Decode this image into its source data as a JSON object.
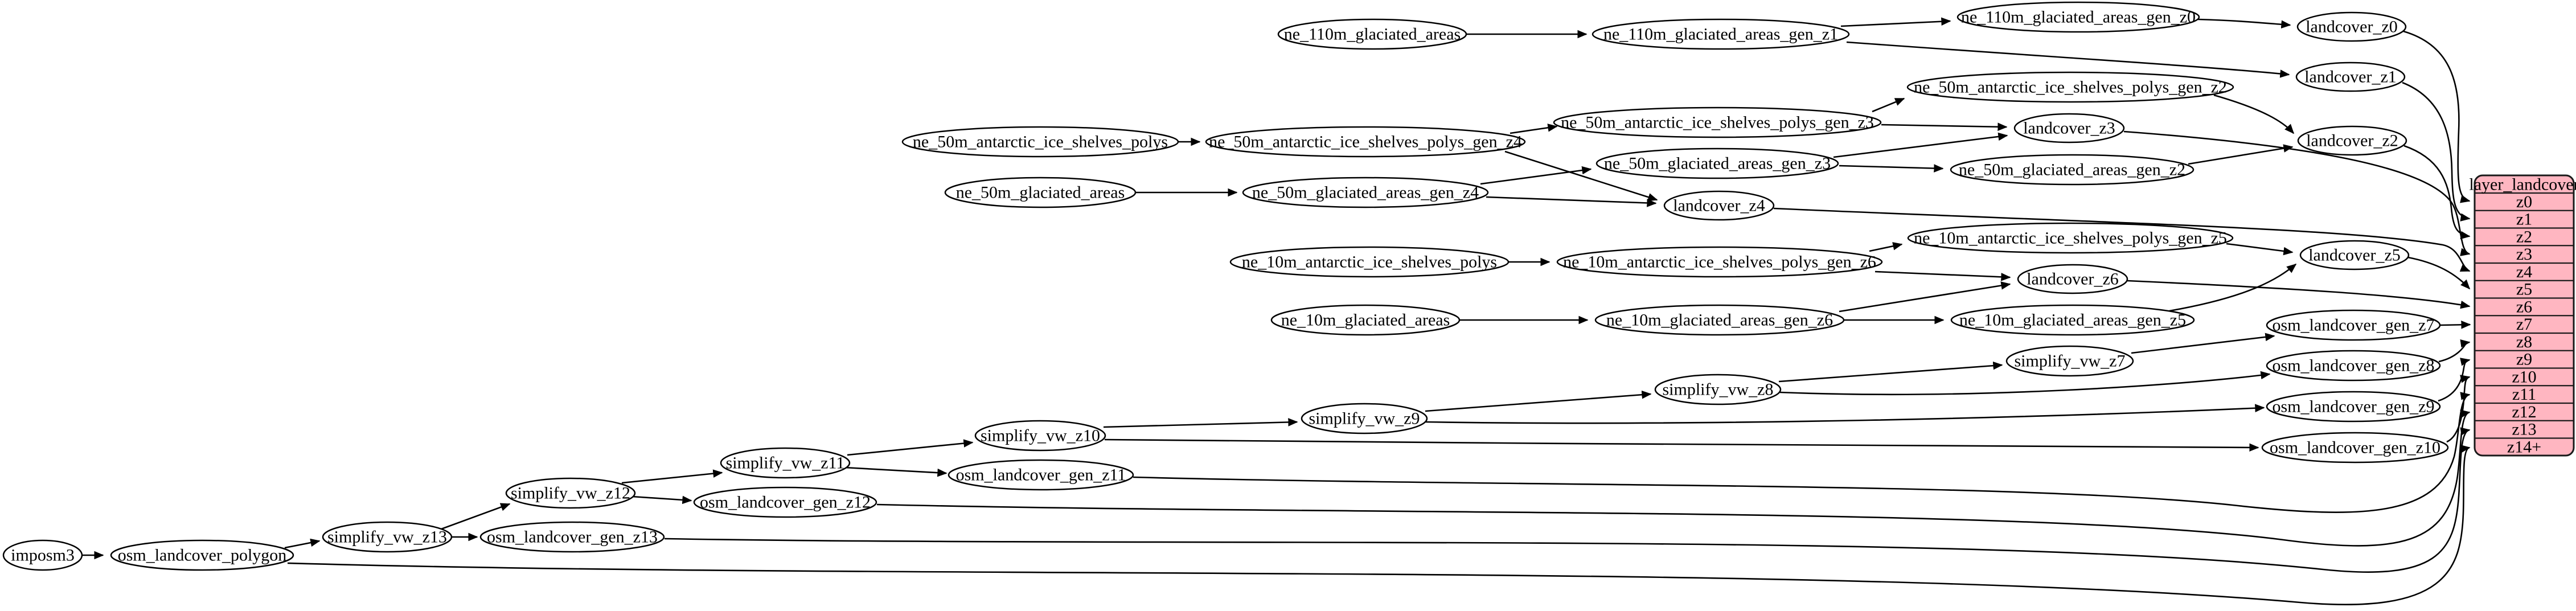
{
  "graph": {
    "nodes": {
      "imposm3": "imposm3",
      "osm_landcover_polygon": "osm_landcover_polygon",
      "simplify_vw_z13": "simplify_vw_z13",
      "osm_landcover_gen_z13": "osm_landcover_gen_z13",
      "simplify_vw_z12": "simplify_vw_z12",
      "osm_landcover_gen_z12": "osm_landcover_gen_z12",
      "simplify_vw_z11": "simplify_vw_z11",
      "osm_landcover_gen_z11": "osm_landcover_gen_z11",
      "simplify_vw_z10": "simplify_vw_z10",
      "osm_landcover_gen_z10": "osm_landcover_gen_z10",
      "simplify_vw_z9": "simplify_vw_z9",
      "osm_landcover_gen_z9": "osm_landcover_gen_z9",
      "simplify_vw_z8": "simplify_vw_z8",
      "osm_landcover_gen_z8": "osm_landcover_gen_z8",
      "simplify_vw_z7": "simplify_vw_z7",
      "osm_landcover_gen_z7": "osm_landcover_gen_z7",
      "ne_110m_glaciated_areas": "ne_110m_glaciated_areas",
      "ne_110m_glaciated_areas_gen_z1": "ne_110m_glaciated_areas_gen_z1",
      "ne_110m_glaciated_areas_gen_z0": "ne_110m_glaciated_areas_gen_z0",
      "landcover_z0": "landcover_z0",
      "landcover_z1": "landcover_z1",
      "ne_50m_antarctic_ice_shelves_polys": "ne_50m_antarctic_ice_shelves_polys",
      "ne_50m_antarctic_ice_shelves_polys_gen_z4": "ne_50m_antarctic_ice_shelves_polys_gen_z4",
      "ne_50m_antarctic_ice_shelves_polys_gen_z3": "ne_50m_antarctic_ice_shelves_polys_gen_z3",
      "ne_50m_antarctic_ice_shelves_polys_gen_z2": "ne_50m_antarctic_ice_shelves_polys_gen_z2",
      "landcover_z2": "landcover_z2",
      "landcover_z3": "landcover_z3",
      "ne_50m_glaciated_areas": "ne_50m_glaciated_areas",
      "ne_50m_glaciated_areas_gen_z4": "ne_50m_glaciated_areas_gen_z4",
      "ne_50m_glaciated_areas_gen_z3": "ne_50m_glaciated_areas_gen_z3",
      "ne_50m_glaciated_areas_gen_z2": "ne_50m_glaciated_areas_gen_z2",
      "landcover_z4": "landcover_z4",
      "ne_10m_antarctic_ice_shelves_polys": "ne_10m_antarctic_ice_shelves_polys",
      "ne_10m_antarctic_ice_shelves_polys_gen_z6": "ne_10m_antarctic_ice_shelves_polys_gen_z6",
      "ne_10m_antarctic_ice_shelves_polys_gen_z5": "ne_10m_antarctic_ice_shelves_polys_gen_z5",
      "landcover_z5": "landcover_z5",
      "ne_10m_glaciated_areas": "ne_10m_glaciated_areas",
      "ne_10m_glaciated_areas_gen_z6": "ne_10m_glaciated_areas_gen_z6",
      "ne_10m_glaciated_areas_gen_z5": "ne_10m_glaciated_areas_gen_z5",
      "landcover_z6": "landcover_z6"
    },
    "table": {
      "title": "layer_landcover",
      "rows": [
        "z0",
        "z1",
        "z2",
        "z3",
        "z4",
        "z5",
        "z6",
        "z7",
        "z8",
        "z9",
        "z10",
        "z11",
        "z12",
        "z13",
        "z14+"
      ]
    },
    "colors": {
      "table_fill": "#ffb6c1",
      "node_fill": "#ffffff",
      "edge_stroke": "#000000",
      "background": "#ffffff"
    }
  }
}
